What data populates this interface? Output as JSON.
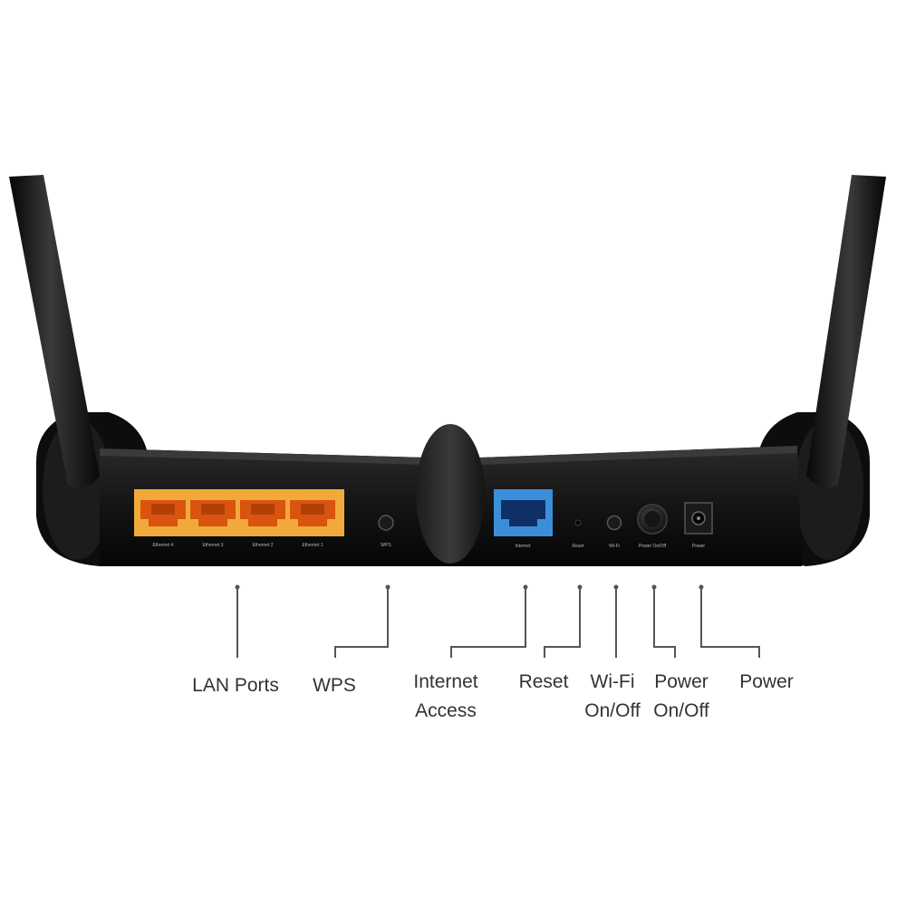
{
  "router": {
    "ports": [
      {
        "label": "Ethernet 4"
      },
      {
        "label": "Ethernet 3"
      },
      {
        "label": "Ethernet 2"
      },
      {
        "label": "Ethernet 1"
      }
    ],
    "wps_label": "WPS",
    "internet_label": "Internet",
    "reset_label": "Reset",
    "wifi_label": "Wi-Fi",
    "power_switch_label": "Power On/Off",
    "power_label": "Power"
  },
  "callouts": {
    "lan": "LAN Ports",
    "wps": "WPS",
    "internet_line1": "Internet",
    "internet_line2": "Access",
    "reset": "Reset",
    "wifi_line1": "Wi-Fi",
    "wifi_line2": "On/Off",
    "power_switch_line1": "Power",
    "power_switch_line2": "On/Off",
    "power": "Power"
  },
  "colors": {
    "lan_port": "#f2a93b",
    "internet_port": "#3a8fd8",
    "router_body": "#111111"
  }
}
